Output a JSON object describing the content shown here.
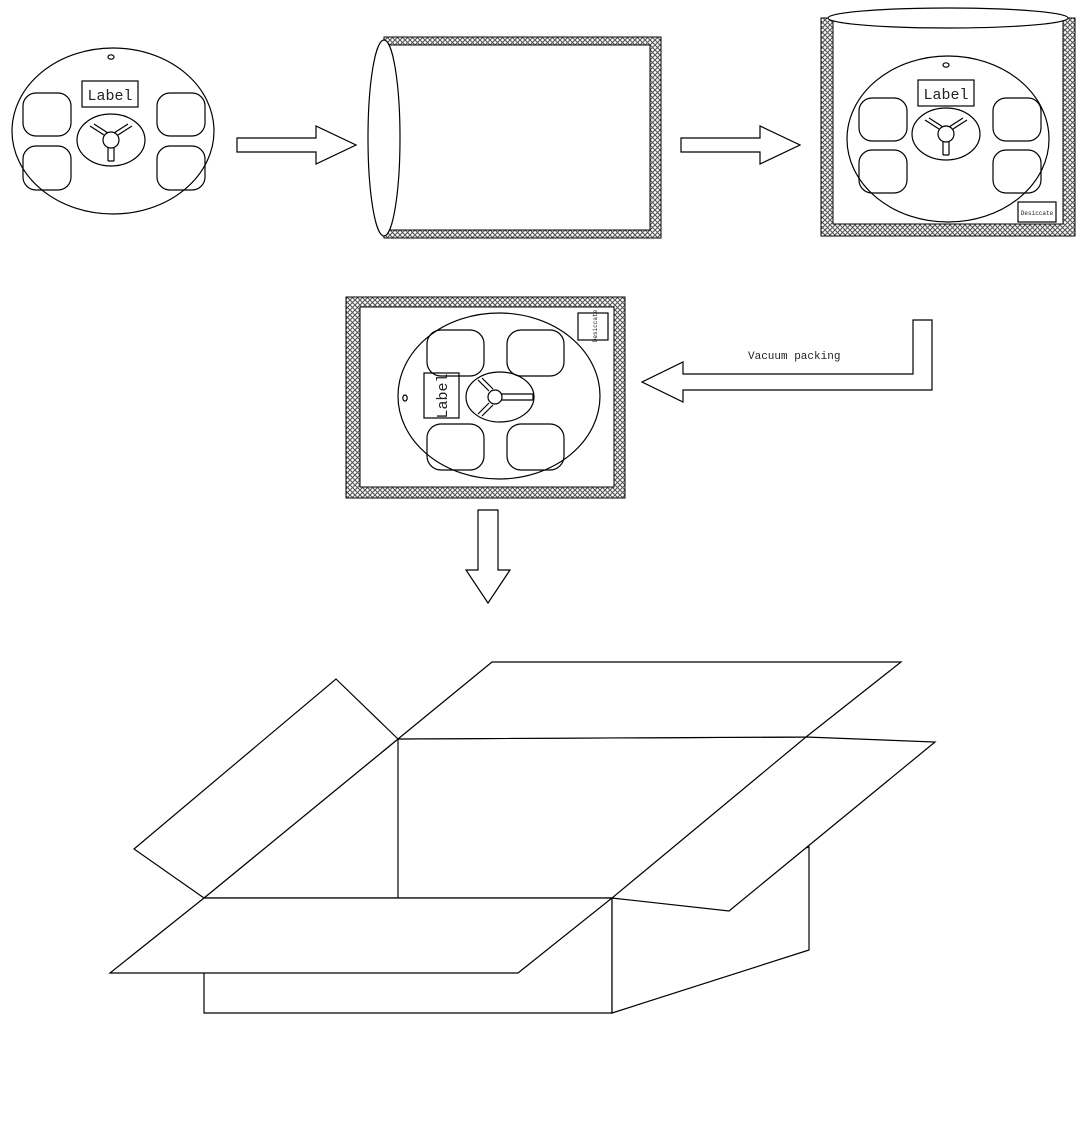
{
  "diagram": {
    "reel_label": "Label",
    "desiccant_label": "Desiccate",
    "step_caption": "Vacuum packing",
    "colors": {
      "line": "#000000",
      "bag_hatch": "#555555",
      "background": "#ffffff"
    }
  }
}
